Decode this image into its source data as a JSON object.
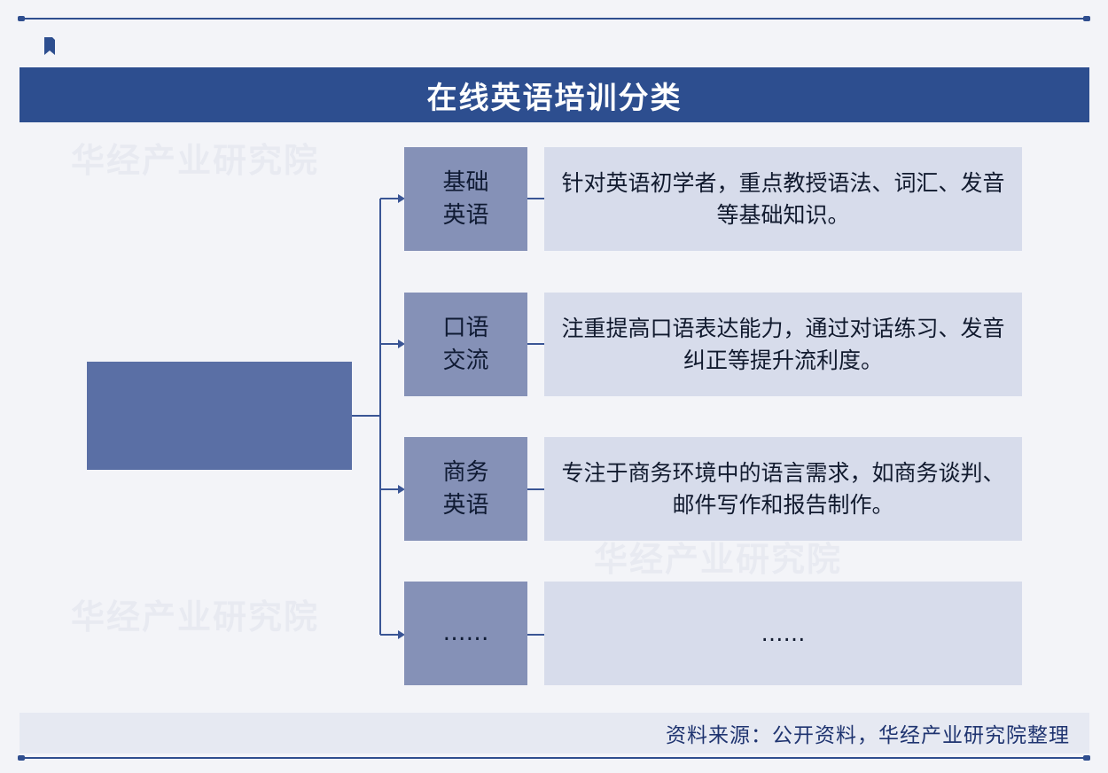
{
  "header": {
    "title": "在线英语培训分类"
  },
  "center_node": {
    "label": ""
  },
  "categories": [
    {
      "label": "基础\n英语",
      "description": "针对英语初学者，重点教授语法、词汇、发音等基础知识。"
    },
    {
      "label": "口语\n交流",
      "description": "注重提高口语表达能力，通过对话练习、发音纠正等提升流利度。"
    },
    {
      "label": "商务\n英语",
      "description": "专注于商务环境中的语言需求，如商务谈判、邮件写作和报告制作。"
    },
    {
      "label": "……",
      "description": "……"
    }
  ],
  "watermark": {
    "text": "华经产业研究院"
  },
  "footer": {
    "source": "资料来源：公开资料，华经产业研究院整理"
  },
  "colors": {
    "title_bar": "#2d4e8f",
    "center_box": "#5a6fa5",
    "category_box": "#8591b7",
    "description_box": "#d7dceb",
    "connector": "#3a5595"
  }
}
